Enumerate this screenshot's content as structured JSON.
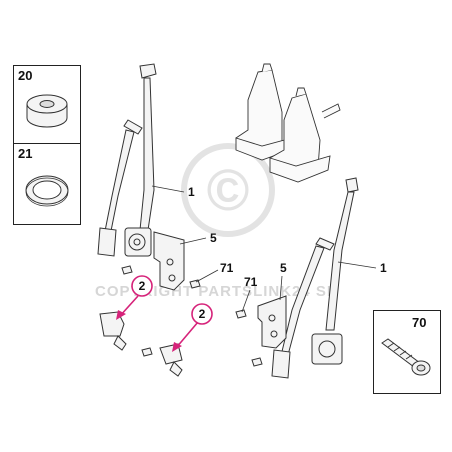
{
  "legend": {
    "box_20": {
      "label": "20"
    },
    "box_21": {
      "label": "21"
    },
    "box_70": {
      "label": "70"
    }
  },
  "callouts": {
    "belt_left": "1",
    "belt_right": "1",
    "bracket_left": "5",
    "bracket_right": "5",
    "bolt_left": "71",
    "bolt_right": "71",
    "buckle_left": "2",
    "buckle_right": "2"
  },
  "watermark": {
    "symbol": "©",
    "text": "COPYRIGHT PARTSLINK24 SP"
  },
  "colors": {
    "highlight": "#d6237a",
    "line": "#333333",
    "watermark": "#d6d6d6"
  }
}
